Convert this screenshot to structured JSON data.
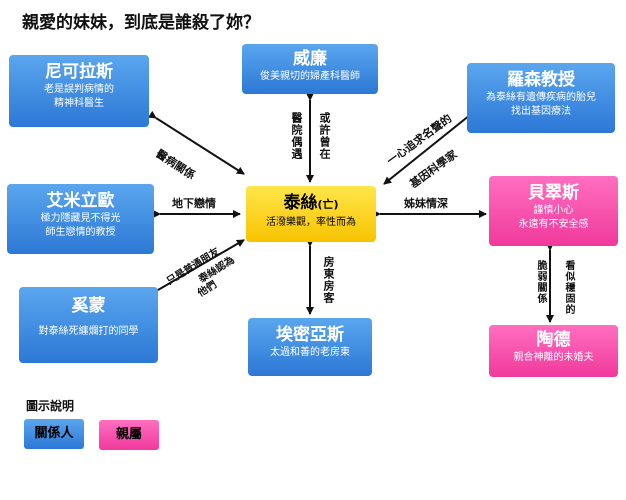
{
  "title": "親愛的妹妹，到底是誰殺了妳？",
  "center": {
    "name": "泰絲",
    "note": "(亡)",
    "desc": "活潑樂觀，率性而為"
  },
  "people": {
    "nico": {
      "name": "尼可拉斯",
      "desc_lines": [
        "老是誤判病情的",
        "精神科醫生"
      ]
    },
    "william": {
      "name": "威廉",
      "desc": "俊美親切的婦產科醫師"
    },
    "rawson": {
      "name": "羅森教授",
      "desc_lines": [
        "為泰絲有遺傳疾病的胎兒",
        "找出基因療法"
      ]
    },
    "emilio": {
      "name": "艾米立歐",
      "desc_lines": [
        "極力隱藏見不得光",
        "師生戀情的教授"
      ]
    },
    "beatrice": {
      "name": "貝翠斯",
      "desc_lines": [
        "謹慎小心",
        "永遠有不安全感"
      ]
    },
    "simon": {
      "name": "奚蒙",
      "desc": "對泰絲死纏爛打的同學"
    },
    "amias": {
      "name": "埃密亞斯",
      "desc": "太過和善的老房東"
    },
    "todd": {
      "name": "陶德",
      "desc": "親合神離的未婚夫"
    }
  },
  "edges": {
    "nico": "醫病關係",
    "william": "醫院偶遇",
    "william_b": "或許曾在",
    "rawson_a": "一心追求名聲的",
    "rawson_b": "基因科學家",
    "emilio": "地下戀情",
    "beatrice": "姊妹情深",
    "simon_a": "只是普通朋友",
    "simon_b": "泰絲認為",
    "simon_c": "他們",
    "amias": "房東房客",
    "todd_a": "看似穩固的",
    "todd_b": "脆弱關係"
  },
  "legend": {
    "title": "圖示說明",
    "relation": "關係人",
    "family": "親屬"
  },
  "colors": {
    "relation": "#3a8ae6",
    "family": "#f04aa6",
    "victim": "#ffd81a"
  }
}
